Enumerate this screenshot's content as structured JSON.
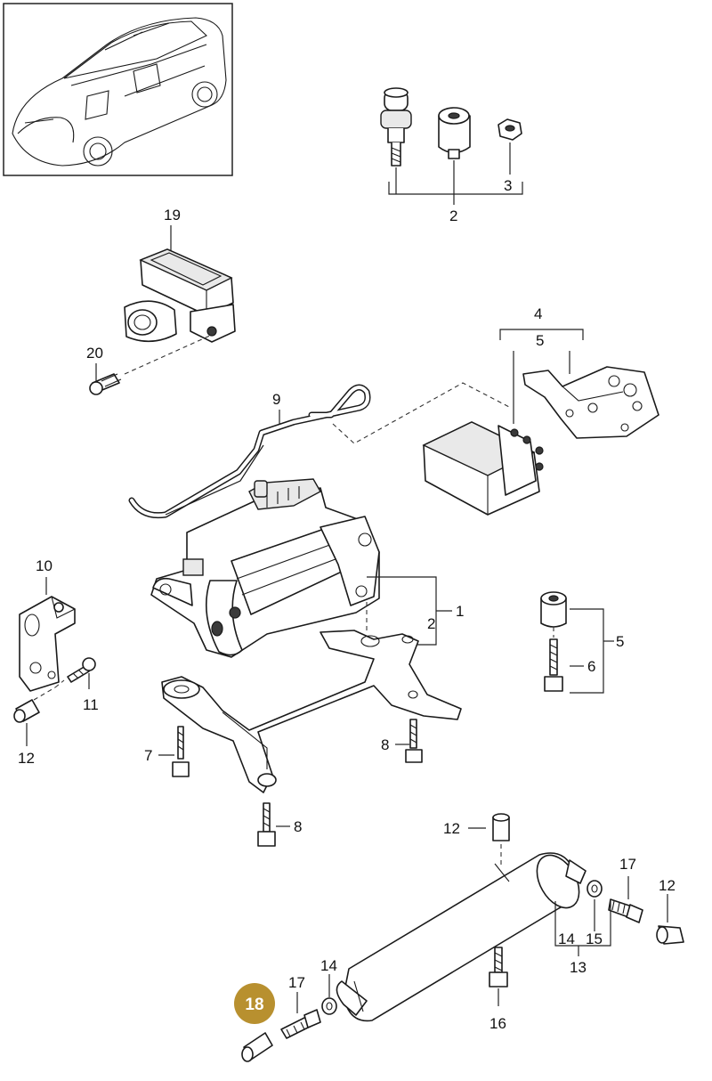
{
  "labels": {
    "l1": "1",
    "l2_top": "2",
    "l2_mid": "2",
    "l3": "3",
    "l4": "4",
    "l5_top": "5",
    "l5_right": "5",
    "l6": "6",
    "l7": "7",
    "l8_a": "8",
    "l8_b": "8",
    "l9": "9",
    "l10": "10",
    "l11": "11",
    "l12_left": "12",
    "l12_center": "12",
    "l12_right": "12",
    "l13": "13",
    "l14_right": "14",
    "l14_left": "14",
    "l15": "15",
    "l16": "16",
    "l17_right": "17",
    "l17_left": "17",
    "l19": "19",
    "l20": "20"
  },
  "highlight": {
    "label": "18",
    "color": "#b8902f"
  }
}
